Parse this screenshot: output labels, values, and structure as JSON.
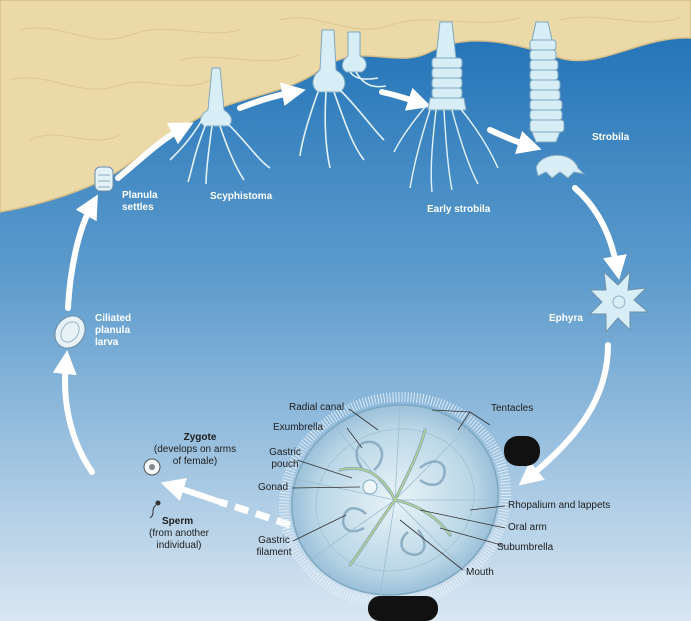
{
  "stages": {
    "planula_settles": "Planula\nsettles",
    "scyphistoma": "Scyphistoma",
    "early_strobila": "Early strobila",
    "strobila": "Strobila",
    "ephyra": "Ephyra",
    "ciliated_planula_larva": "Ciliated\nplanula\nlarva",
    "zygote": "Zygote",
    "zygote_note": "(develops on arms\nof female)",
    "sperm": "Sperm",
    "sperm_note": "(from another\nindividual)"
  },
  "parts": {
    "radial_canal": "Radial canal",
    "exumbrella": "Exumbrella",
    "gastric_pouch": "Gastric\npouch",
    "gonad": "Gonad",
    "gastric_filament": "Gastric\nfilament",
    "tentacles": "Tentacles",
    "rhopalium_and_lappets": "Rhopalium and lappets",
    "oral_arm": "Oral arm",
    "subumbrella": "Subumbrella",
    "mouth": "Mouth"
  },
  "colors": {
    "water_top": "#1c6fb5",
    "water_bottom": "#d9e6f2",
    "rock": "#ecd9a8",
    "arrow": "#ffffff",
    "organism": "#d8eef7",
    "redaction": "#111111"
  }
}
